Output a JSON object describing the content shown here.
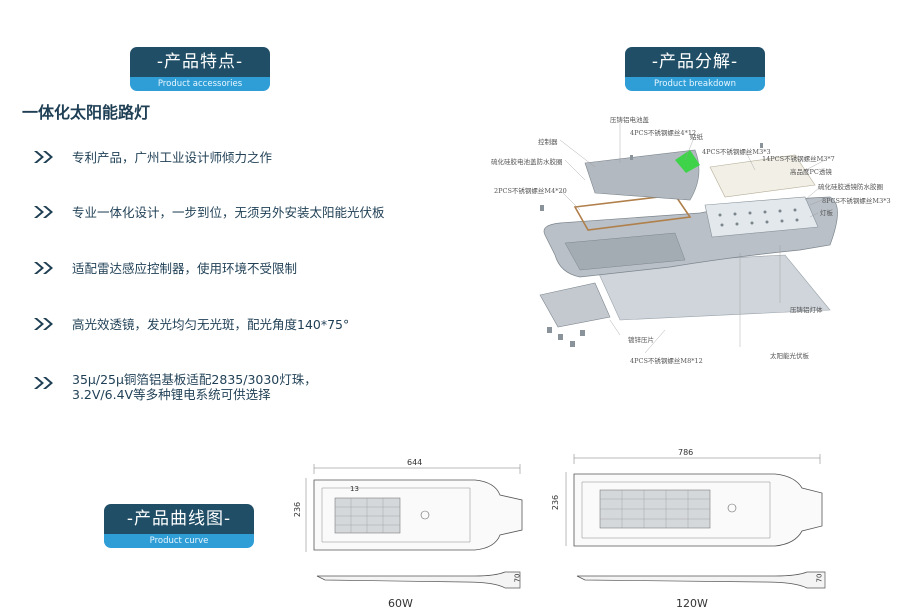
{
  "badges": {
    "features": {
      "cn": "-产品特点-",
      "en": "Product accessories"
    },
    "breakdown": {
      "cn": "-产品分解-",
      "en": "Product breakdown"
    },
    "curve": {
      "cn": "-产品曲线图-",
      "en": "Product curve"
    }
  },
  "product_title": "一体化太阳能路灯",
  "features": [
    "专利产品，广州工业设计师倾力之作",
    "专业一体化设计，一步到位，无须另外安装太阳能光伏板",
    "适配雷达感应控制器，使用环境不受限制",
    "高光效透镜，发光均匀无光斑，配光角度140*75°",
    "35μ/25μ铜箔铝基板适配2835/3030灯珠，",
    "3.2V/6.4V等多种锂电系统可供选择"
  ],
  "parts": {
    "cover": "压铸铝电池盖",
    "screw1": "4PCS不锈钢螺丝4*12",
    "controller": "控制器",
    "sticker": "贴纸",
    "screw2": "4PCS不锈钢螺丝M3*3",
    "gasket1": "硫化硅胶电池盖防水胶圈",
    "screw3": "14PCS不锈钢螺丝M3*7",
    "lens": "高品度PC透镜",
    "screw4": "2PCS不锈钢螺丝M4*20",
    "gasket2": "硫化硅胶透镜防水胶圈",
    "screw5": "8PCS不锈钢螺丝M3*3",
    "board": "灯板",
    "body": "压铸铝灯体",
    "clamp": "镀锌压片",
    "screw6": "4PCS不锈钢螺丝M8*12",
    "panel": "太阳能光伏板"
  },
  "drawings": {
    "d60": {
      "width": "644",
      "height": "236",
      "depth": "70",
      "label": "60W",
      "small_dim": "13"
    },
    "d120": {
      "width": "786",
      "height": "236",
      "depth": "70",
      "label": "120W"
    }
  },
  "colors": {
    "badge_dark": "#1f4e66",
    "badge_light": "#2f9ed6",
    "text": "#1f3f55"
  }
}
